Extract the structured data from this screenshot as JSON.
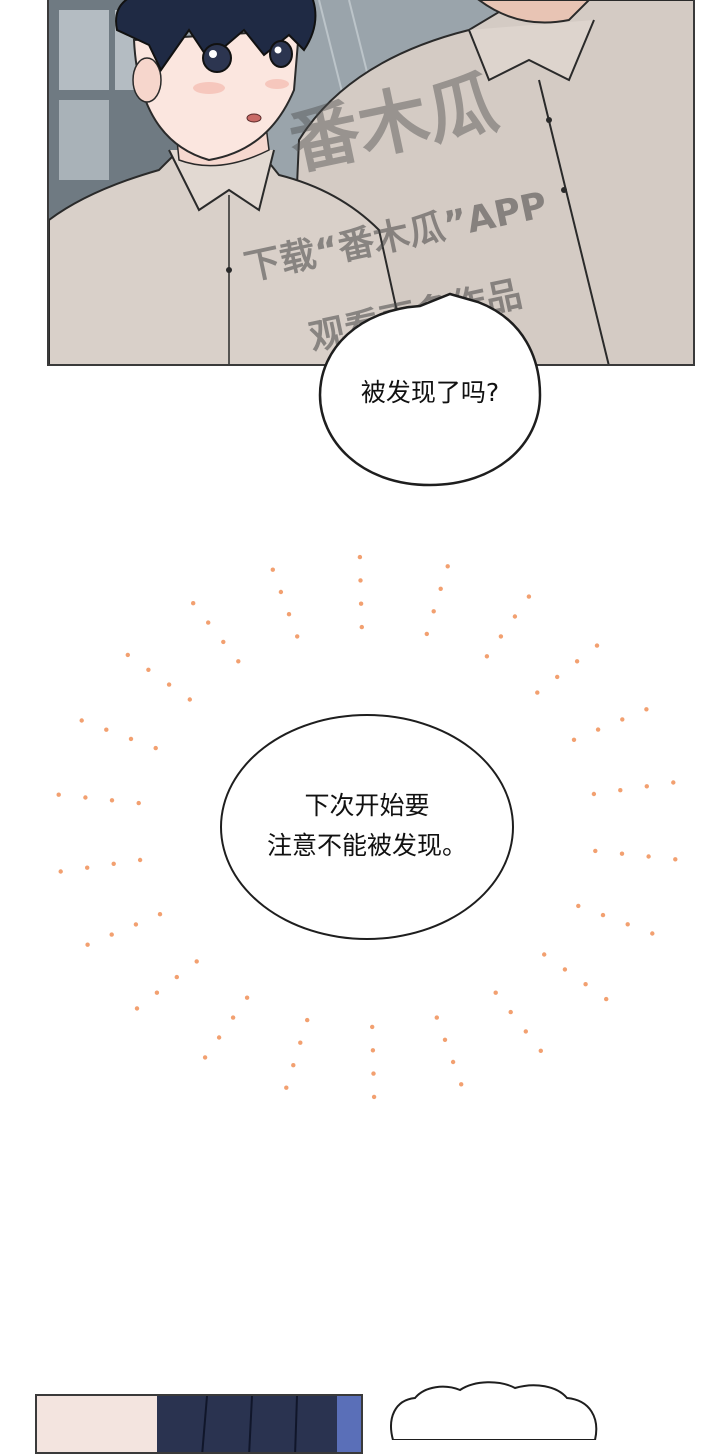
{
  "bubbles": {
    "first": "被发现了吗?",
    "second_line1": "下次开始要",
    "second_line2": "注意不能被发现。"
  },
  "watermark": {
    "logo": "番木瓜",
    "line1": "下载“番木瓜”APP",
    "line2": "观看更多作品"
  },
  "colors": {
    "burst": "#f2a070",
    "outline": "#1e1e1e",
    "shirt": "#d8cfc8"
  }
}
